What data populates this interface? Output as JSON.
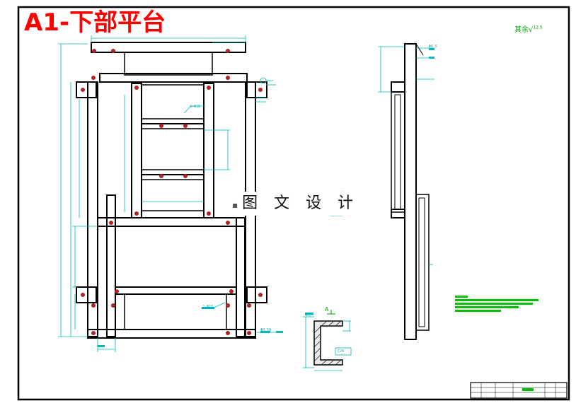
{
  "drawing": {
    "title": "A1-下部平台",
    "watermark": "图 文 设 计",
    "roughness_note": "其余",
    "roughness_value": "12.5",
    "section_label": "A",
    "labels": {
      "hole_note_top": "4-Φ18",
      "hole_note_bottom": "2-Φ18",
      "weld_note": "Φ0.5",
      "channel_ref_1": "Φ02",
      "channel_ref_2": "C20",
      "bottom_mark": "Φ0.50"
    }
  },
  "colors": {
    "frame": "#000000",
    "structure": "#000000",
    "dimension": "#00b8b8",
    "annotation": "#00a000",
    "hole": "#b22222",
    "title": "#ff0000"
  }
}
